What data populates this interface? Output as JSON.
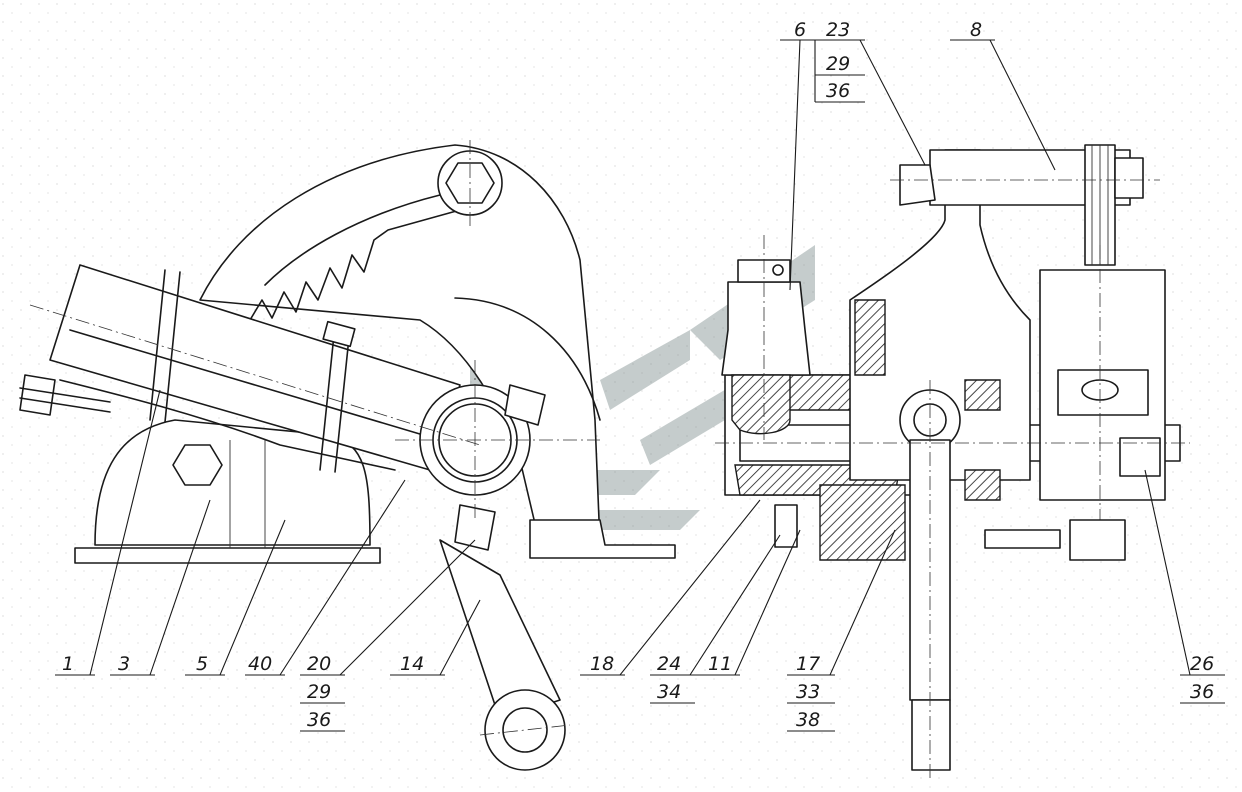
{
  "callouts": {
    "c1": "1",
    "c3": "3",
    "c5": "5",
    "c40": "40",
    "c20": [
      "20",
      "29",
      "36"
    ],
    "c14": "14",
    "c18": "18",
    "c24": [
      "24",
      "34"
    ],
    "c11": "11",
    "c17": [
      "17",
      "33",
      "38"
    ],
    "c6": "6",
    "c23": [
      "23",
      "29",
      "36"
    ],
    "c8": "8",
    "c26": [
      "26",
      "36"
    ]
  },
  "colors": {
    "line": "#1a1a1a",
    "watermark": "#7f8f8f",
    "background": "#ffffff"
  }
}
